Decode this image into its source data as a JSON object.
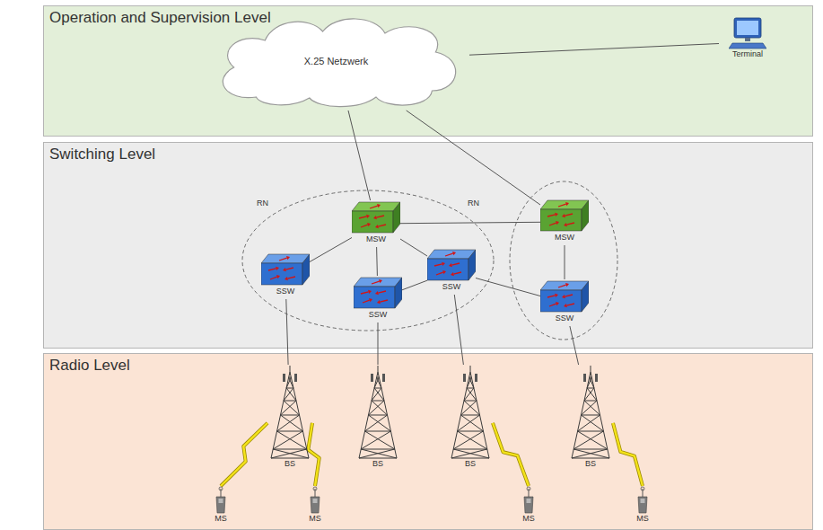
{
  "diagram": {
    "nodes": [
      {
        "text": [
          "Operation and Supervision Level"
        ]
      },
      {
        "text": [
          "X.25 Netzwerk"
        ],
        "in": 0
      },
      {
        "text": [
          "Terminal"
        ],
        "in": 0
      },
      {
        "text": [
          "Switching Level"
        ]
      },
      {
        "text": [
          "MSW"
        ],
        "in": 3
      },
      {
        "text": [
          "SSW"
        ],
        "in": 3
      },
      {
        "text": [
          "SSW"
        ],
        "in": 3
      },
      {
        "text": [
          "SSW"
        ],
        "in": 3
      },
      {
        "text": [
          "MSW"
        ],
        "in": 3
      },
      {
        "text": [
          "SSW"
        ],
        "in": 3
      },
      {
        "text": [
          "Radio Level"
        ]
      },
      {
        "text": [
          "BS"
        ],
        "in": 10
      },
      {
        "text": [
          "BS"
        ],
        "in": 10
      },
      {
        "text": [
          "BS"
        ],
        "in": 10
      },
      {
        "text": [
          "BS"
        ],
        "in": 10
      },
      {
        "text": [
          "MS"
        ],
        "in": 10
      },
      {
        "text": [
          "MS"
        ],
        "in": 10
      },
      {
        "text": [
          "MS"
        ],
        "in": 10
      },
      {
        "text": [
          "MS"
        ],
        "in": 10
      }
    ],
    "edges": [
      {
        "from": 1,
        "to": 2,
        "arrow": "none"
      },
      {
        "from": 1,
        "to": 4,
        "arrow": "none"
      },
      {
        "from": 1,
        "to": 8,
        "arrow": "none"
      },
      {
        "from": 4,
        "to": 5,
        "arrow": "none"
      },
      {
        "from": 4,
        "to": 6,
        "arrow": "none"
      },
      {
        "from": 4,
        "to": 7,
        "arrow": "none"
      },
      {
        "from": 4,
        "to": 8,
        "arrow": "none"
      },
      {
        "from": 6,
        "to": 7,
        "arrow": "none"
      },
      {
        "from": 7,
        "to": 9,
        "arrow": "none"
      },
      {
        "from": 8,
        "to": 9,
        "arrow": "none"
      },
      {
        "from": 5,
        "to": 11,
        "arrow": "none"
      },
      {
        "from": 6,
        "to": 12,
        "arrow": "none"
      },
      {
        "from": 7,
        "to": 13,
        "arrow": "none"
      },
      {
        "from": 9,
        "to": 14,
        "arrow": "none"
      },
      {
        "from": 11,
        "to": 15,
        "arrow": "none"
      },
      {
        "from": 11,
        "to": 16,
        "arrow": "none"
      },
      {
        "from": 13,
        "to": 17,
        "arrow": "none"
      },
      {
        "from": 14,
        "to": 18,
        "arrow": "none"
      }
    ],
    "labels": [
      "RN",
      "RN"
    ]
  }
}
